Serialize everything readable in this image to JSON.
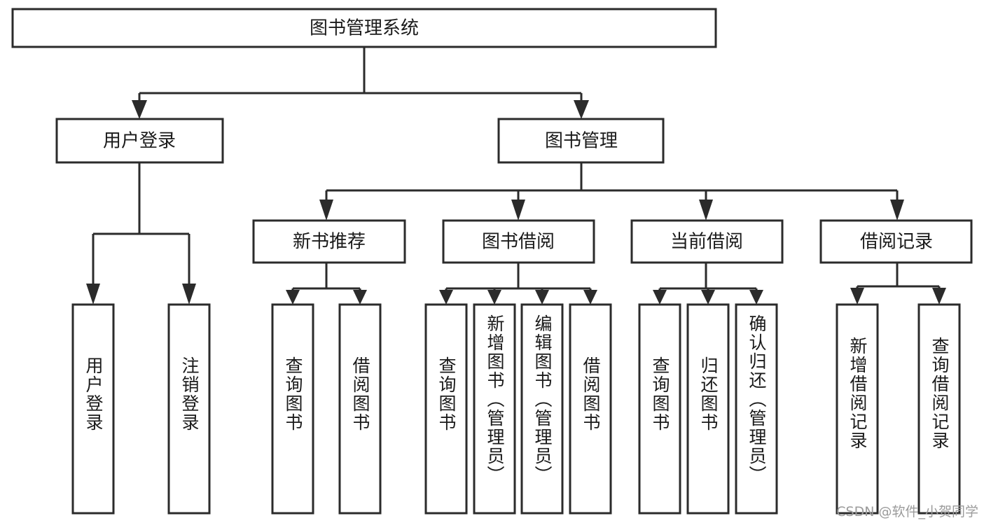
{
  "diagram": {
    "type": "tree",
    "orientation": "top-down",
    "title_node": "图书管理系统",
    "watermark": "CSDN @软件_小贺同学",
    "colors": {
      "background": "#ffffff",
      "box_fill": "#ffffff",
      "box_stroke": "#2b2b2b",
      "text": "#1a1a1a",
      "watermark": "#9b9b9b"
    },
    "levels": {
      "level1": [
        {
          "id": "root",
          "label": "图书管理系统"
        }
      ],
      "level2": [
        {
          "id": "user-login",
          "label": "用户登录",
          "parent": "root"
        },
        {
          "id": "book-manage",
          "label": "图书管理",
          "parent": "root"
        }
      ],
      "level3": [
        {
          "id": "new-book-rec",
          "label": "新书推荐",
          "parent": "book-manage"
        },
        {
          "id": "book-borrow",
          "label": "图书借阅",
          "parent": "book-manage"
        },
        {
          "id": "current-borrow",
          "label": "当前借阅",
          "parent": "book-manage"
        },
        {
          "id": "borrow-record",
          "label": "借阅记录",
          "parent": "book-manage"
        }
      ],
      "leaves": [
        {
          "id": "leaf-user-login",
          "label": "用户登录",
          "parent": "user-login"
        },
        {
          "id": "leaf-logout",
          "label": "注销登录",
          "parent": "user-login"
        },
        {
          "id": "leaf-query-book-1",
          "label": "查询图书",
          "parent": "new-book-rec"
        },
        {
          "id": "leaf-borrow-book-1",
          "label": "借阅图书",
          "parent": "new-book-rec"
        },
        {
          "id": "leaf-query-book-2",
          "label": "查询图书",
          "parent": "book-borrow"
        },
        {
          "id": "leaf-add-book",
          "label": "新增图书（管理员）",
          "parent": "book-borrow"
        },
        {
          "id": "leaf-edit-book",
          "label": "编辑图书（管理员）",
          "parent": "book-borrow"
        },
        {
          "id": "leaf-borrow-book-2",
          "label": "借阅图书",
          "parent": "book-borrow"
        },
        {
          "id": "leaf-query-book-3",
          "label": "查询图书",
          "parent": "current-borrow"
        },
        {
          "id": "leaf-return-book",
          "label": "归还图书",
          "parent": "current-borrow"
        },
        {
          "id": "leaf-confirm-return",
          "label": "确认归还（管理员）",
          "parent": "current-borrow"
        },
        {
          "id": "leaf-add-record",
          "label": "新增借阅记录",
          "parent": "borrow-record"
        },
        {
          "id": "leaf-query-record",
          "label": "查询借阅记录",
          "parent": "borrow-record"
        }
      ]
    }
  }
}
